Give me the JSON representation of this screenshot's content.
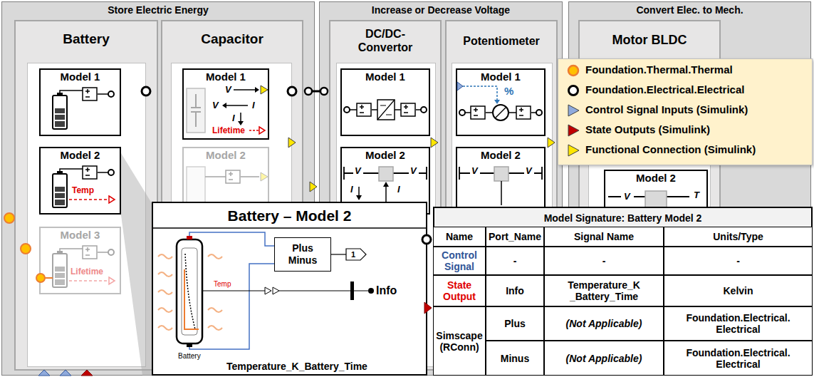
{
  "diagram": {
    "nodes": [
      {
        "text": [
          "Store Electric Energy"
        ]
      },
      {
        "text": [
          "Battery"
        ],
        "in": 0
      },
      {
        "text": [
          "Model 1"
        ],
        "in": 1
      },
      {
        "text": [
          "Model 2",
          "Temp"
        ],
        "in": 1
      },
      {
        "text": [
          "Model 3",
          "Lifetime"
        ],
        "in": 1
      },
      {
        "text": [
          "Capacitor"
        ],
        "in": 0
      },
      {
        "text": [
          "Model 1",
          "V",
          "V",
          "I",
          "I",
          "Lifetime"
        ],
        "in": 5
      },
      {
        "text": [
          "Model 2"
        ],
        "in": 5
      },
      {
        "text": [
          "Increase or Decrease Voltage"
        ]
      },
      {
        "text": [
          "DC/DC- Convertor"
        ],
        "in": 8
      },
      {
        "text": [
          "Model 1"
        ],
        "in": 9
      },
      {
        "text": [
          "Model 2",
          "V",
          "V",
          "I",
          "I"
        ],
        "in": 9
      },
      {
        "text": [
          "Potentiometer"
        ],
        "in": 8
      },
      {
        "text": [
          "Model 1",
          "%"
        ],
        "in": 12
      },
      {
        "text": [
          "Model 2",
          "V",
          "V"
        ],
        "in": 12
      },
      {
        "text": [
          "Convert Elec. to Mech."
        ]
      },
      {
        "text": [
          "Motor BLDC"
        ],
        "in": 15
      },
      {
        "text": [
          "Model 2",
          "V",
          "T"
        ],
        "in": 16
      },
      {
        "text": [
          "Battery – Model 2"
        ]
      },
      {
        "text": [
          "Plus Minus"
        ],
        "in": 18
      },
      {
        "text": [
          "Model Signature: Battery Model 2"
        ]
      }
    ],
    "edges": [
      {
        "from": 5,
        "to": 9,
        "arrow": "none"
      }
    ],
    "labels": [
      "1",
      "Temp",
      "Battery",
      "Info",
      "Temperature_K_Battery_Time",
      "Name",
      "Port_Name",
      "Signal Name",
      "Units/Type",
      "Control Signal",
      "-",
      "-",
      "-",
      "State Output",
      "Info",
      "Temperature_K _Battery_Time",
      "Kelvin",
      "Simscape (RConn)",
      "Plus",
      "(Not Applicable)",
      "Foundation.Electrical. Electrical",
      "Minus",
      "(Not Applicable)",
      "Foundation.Electrical. Electrical"
    ],
    "legend": [
      {
        "text": "Foundation.Thermal.Thermal",
        "color": "#FFC000"
      },
      {
        "text": "Foundation.Electrical.Electrical"
      },
      {
        "text": "Control Signal Inputs (Simulink)",
        "color": "#8FAADC"
      },
      {
        "text": "State Outputs (Simulink)",
        "color": "#C00000"
      },
      {
        "text": "Functional Connection (Simulink)",
        "color": "#FFE600"
      }
    ]
  }
}
